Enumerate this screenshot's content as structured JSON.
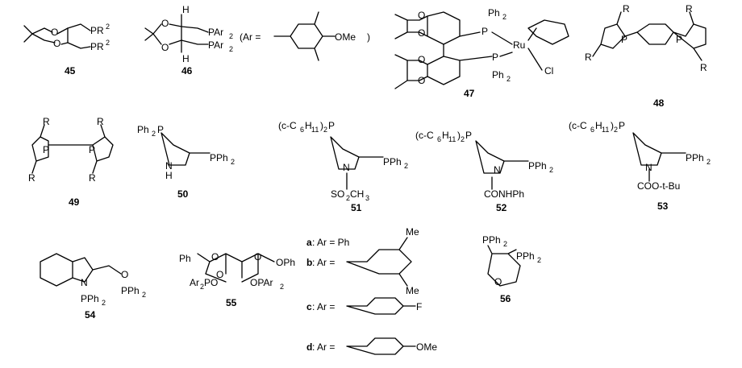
{
  "compounds": {
    "c45": {
      "number": "45",
      "labels": [
        "O",
        "O",
        "PR",
        "2",
        "PR",
        "2"
      ]
    },
    "c46": {
      "number": "46",
      "labels": [
        "H",
        "H",
        "O",
        "O",
        "PAr",
        "2",
        "PAr",
        "2",
        "(Ar =",
        "OMe",
        ")"
      ]
    },
    "c47": {
      "number": "47",
      "labels": [
        "O",
        "O",
        "O",
        "O",
        "Ph",
        "2",
        "P",
        "Ru",
        "P",
        "Ph",
        "2",
        "Cl"
      ]
    },
    "c48": {
      "number": "48",
      "labels": [
        "R",
        "R",
        "R",
        "R",
        "P",
        "P"
      ]
    },
    "c49": {
      "number": "49",
      "labels": [
        "R",
        "R",
        "R",
        "R",
        "P",
        "P"
      ]
    },
    "c50": {
      "number": "50",
      "labels": [
        "Ph",
        "2",
        "P",
        "N",
        "H",
        "PPh",
        "2"
      ]
    },
    "c51": {
      "number": "51",
      "labels": [
        "(c-C",
        "6",
        "H",
        "11",
        ")",
        "2",
        "P",
        "N",
        "PPh",
        "2",
        "SO",
        "2",
        "CH",
        "3"
      ]
    },
    "c52": {
      "number": "52",
      "labels": [
        "(c-C",
        "6",
        "H",
        "11",
        ")",
        "2",
        "P",
        "N",
        "PPh",
        "2",
        "CONHPh"
      ]
    },
    "c53": {
      "number": "53",
      "labels": [
        "(c-C",
        "6",
        "H",
        "11",
        ")",
        "2",
        "P",
        "N",
        "PPh",
        "2",
        "COO-t-Bu"
      ]
    },
    "c54": {
      "number": "54",
      "labels": [
        "N",
        "PPh",
        "2",
        "O",
        "PPh",
        "2"
      ]
    },
    "c55": {
      "number": "55",
      "labels": [
        "Ph",
        "O",
        "O",
        "O",
        "OPh",
        "Ar",
        "2",
        "PO",
        "OPAr",
        "2"
      ]
    },
    "c56": {
      "number": "56",
      "labels": [
        "PPh",
        "2",
        "PPh",
        "2",
        "O"
      ]
    }
  },
  "ar_legend": [
    {
      "key": "a",
      "text": ": Ar = Ph"
    },
    {
      "key": "b",
      "text": ": Ar =",
      "subst": [
        "Me",
        "Me"
      ]
    },
    {
      "key": "c",
      "text": ": Ar =",
      "subst": [
        "F"
      ]
    },
    {
      "key": "d",
      "text": ": Ar =",
      "subst": [
        "OMe"
      ]
    }
  ]
}
